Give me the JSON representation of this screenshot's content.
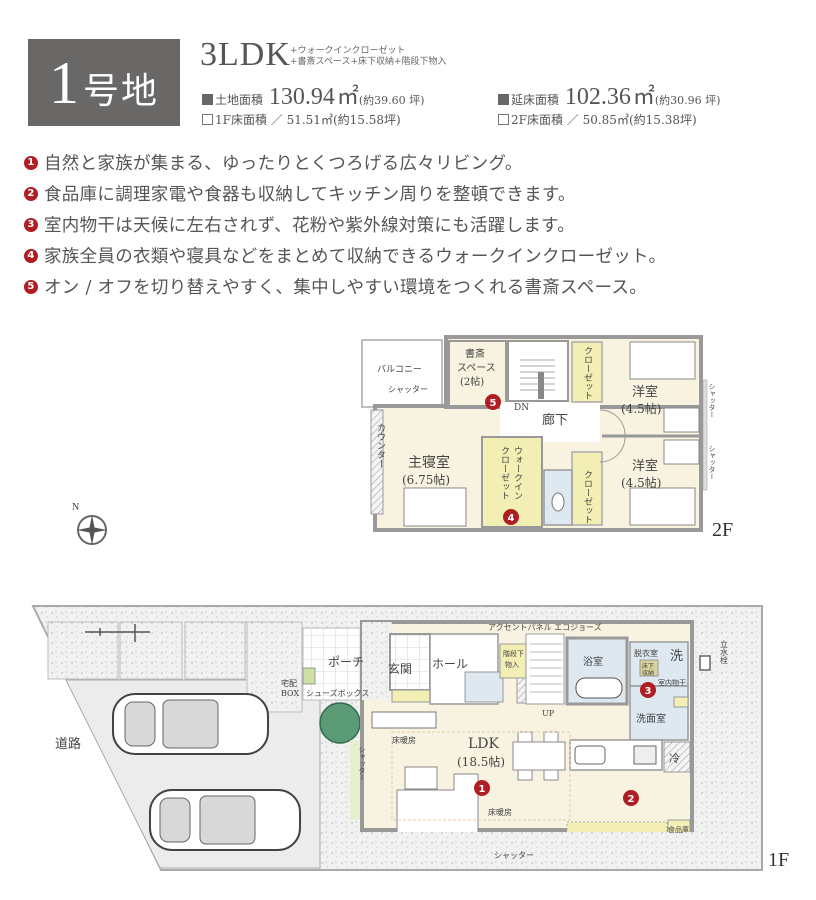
{
  "header": {
    "lot_number": "1",
    "lot_suffix": "号地",
    "layout_type": "3LDK",
    "extras_line1": "+ウォークインクローゼット",
    "extras_line2": "+書斎スペース+床下収納+階段下物入",
    "land_area": {
      "label": "土地面積",
      "value": "130.94",
      "unit": "㎡",
      "tsubo": "(約39.60 坪)"
    },
    "total_floor_area": {
      "label": "延床面積",
      "value": "102.36",
      "unit": "㎡",
      "tsubo": "(約30.96 坪)"
    },
    "floor1_area": {
      "label": "1F床面積 ／ 51.51㎡(約15.58坪)"
    },
    "floor2_area": {
      "label": "2F床面積 ／ 50.85㎡(約15.38坪)"
    }
  },
  "features": [
    {
      "num": "1",
      "text": "自然と家族が集まる、ゆったりとくつろげる広々リビング。"
    },
    {
      "num": "2",
      "text": "食品庫に調理家電や食器も収納してキッチン周りを整頓できます。"
    },
    {
      "num": "3",
      "text": "室内物干は天候に左右されず、花粉や紫外線対策にも活躍します。"
    },
    {
      "num": "4",
      "text": "家族全員の衣類や寝具などをまとめて収納できるウォークインクローゼット。"
    },
    {
      "num": "5",
      "text": "オン / オフを切り替えやすく、集中しやすい環境をつくれる書斎スペース。"
    }
  ],
  "floor2": {
    "label": "2F",
    "rooms": {
      "balcony": "バルコニー",
      "balcony_shutter": "シャッター",
      "study_1": "書斎",
      "study_2": "スペース",
      "study_3": "(2帖)",
      "counter": "カウンター",
      "master_bedroom": "主寝室",
      "master_bedroom_size": "(6.75帖)",
      "wic_1": "ウォークイン",
      "wic_2": "クローゼット",
      "hallway": "廊下",
      "stairs_dn": "DN",
      "closet": "クローゼット",
      "western_room_a": "洋室",
      "western_room_a_size": "(4.5帖)",
      "western_room_b": "洋室",
      "western_room_b_size": "(4.5帖)",
      "shutter": "シャッター"
    },
    "markers": [
      "4",
      "5"
    ]
  },
  "floor1": {
    "label": "1F",
    "rooms": {
      "road": "道路",
      "delivery_box_1": "宅配",
      "delivery_box_2": "BOX",
      "porch": "ポーチ",
      "entrance": "玄関",
      "hall": "ホール",
      "shoe_box": "シューズボックス",
      "under_stairs_1": "階段下",
      "under_stairs_2": "物入",
      "accent_panel": "アクセントパネル エコジョーズ",
      "bathroom": "浴室",
      "dressing_room": "脱衣室",
      "washer": "洗",
      "underfloor_1": "床下",
      "underfloor_2": "収納",
      "indoor_drying": "室内物干",
      "washroom": "洗面室",
      "faucet": "立水栓",
      "ldk": "LDK",
      "ldk_size": "(18.5帖)",
      "floor_heating": "床暖房",
      "stairs_up": "UP",
      "fridge": "冷",
      "pantry": "食品庫",
      "shutter": "シャッター"
    },
    "markers": [
      "1",
      "2",
      "3"
    ]
  },
  "compass": {
    "label": "N"
  },
  "colors": {
    "marker_red": "#b01e23",
    "badge_gray": "#6a6767",
    "room_cream": "#f8f3e1",
    "closet_yellow": "#f3eeb4",
    "wet_blue": "#dde8f0",
    "wall_gray": "#a9a9a9",
    "green": "#cfe0a8"
  }
}
